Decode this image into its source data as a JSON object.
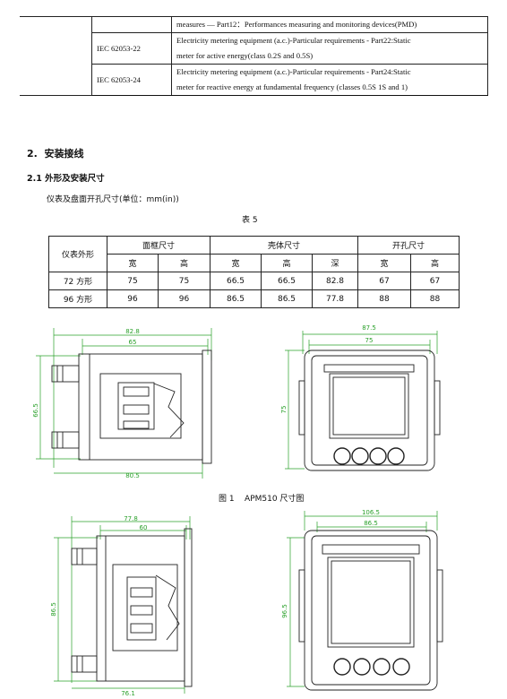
{
  "standards": [
    {
      "code": "",
      "line1": "measures — Part12：Performances measuring and monitoring devices(PMD)",
      "line2": ""
    },
    {
      "code": "IEC 62053-22",
      "line1": "Electricity metering equipment (a.c.)-Particular requirements - Part22:Static",
      "line2": "meter for active energy(class 0.2S and 0.5S)"
    },
    {
      "code": "IEC 62053-24",
      "line1": "Electricity metering equipment (a.c.)-Particular requirements - Part24:Static",
      "line2": "meter for reactive energy at fundamental frequency (classes 0.5S 1S and 1)"
    }
  ],
  "section": {
    "number": "2.",
    "title": "安装接线"
  },
  "subsection": {
    "number": "2.1",
    "title": "外形及安装尺寸"
  },
  "intro": "仪表及盘面开孔尺寸(单位：mm(in))",
  "table_title": "表 5",
  "dim_table": {
    "col_shape": "仪表外形",
    "group_frame": "面框尺寸",
    "group_shell": "壳体尺寸",
    "group_hole": "开孔尺寸",
    "sub_w": "宽",
    "sub_h": "高",
    "sub_d": "深",
    "rows": [
      {
        "shape": "72 方形",
        "fw": "75",
        "fh": "75",
        "sw": "66.5",
        "sh": "66.5",
        "sd": "82.8",
        "hw": "67",
        "hh": "67"
      },
      {
        "shape": "96 方形",
        "fw": "96",
        "fh": "96",
        "sw": "86.5",
        "sh": "86.5",
        "sd": "77.8",
        "hw": "88",
        "hh": "88"
      }
    ]
  },
  "figure1": {
    "caption_num": "图 1",
    "caption_text": "APM510 尺寸图",
    "side": {
      "top_outer": "82.8",
      "top_inner": "65",
      "left": "66.5",
      "bottom": "80.5"
    },
    "front": {
      "top_outer": "87.5",
      "top_inner": "75",
      "left": "75"
    }
  },
  "figure2": {
    "side": {
      "top_outer": "77.8",
      "top_inner": "60",
      "left": "86.5",
      "bottom": "76.1"
    },
    "front": {
      "top_outer": "106.5",
      "top_inner": "86.5",
      "left": "96.5"
    }
  },
  "colors": {
    "dimension": "#2aa02a",
    "ink": "#222222"
  }
}
